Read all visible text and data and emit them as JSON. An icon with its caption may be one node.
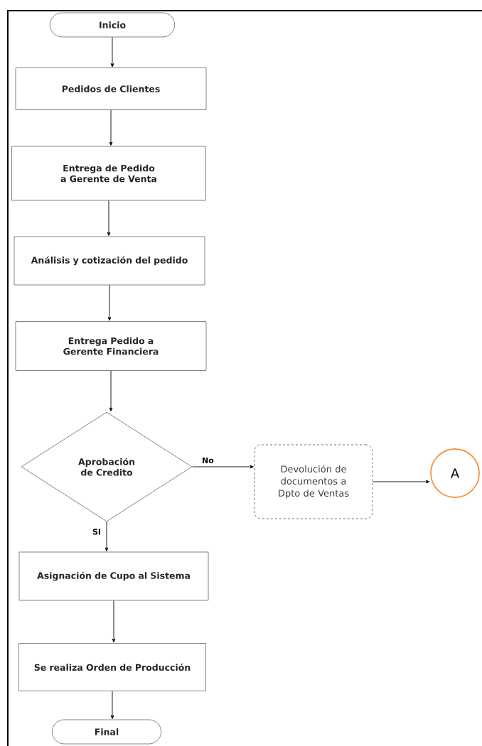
{
  "diagram": {
    "nodes": [
      {
        "text": [
          "Inicio"
        ]
      },
      {
        "text": [
          "Pedidos de Clientes"
        ]
      },
      {
        "text": [
          "Entrega de Pedido a Gerente de Venta"
        ]
      },
      {
        "text": [
          "Análisis y cotización del pedido"
        ]
      },
      {
        "text": [
          "Entrega Pedido a Gerente Financiera"
        ]
      },
      {
        "text": [
          "Aprobación de Credito"
        ]
      },
      {
        "text": [
          "Devolución de documentos a Dpto de Ventas"
        ]
      },
      {
        "text": [
          "A"
        ]
      },
      {
        "text": [
          "Asignación de Cupo al Sistema"
        ]
      },
      {
        "text": [
          "Se realiza Orden de Producción"
        ]
      },
      {
        "text": [
          "Final"
        ]
      }
    ],
    "edges": [
      {
        "from": 0,
        "to": 1,
        "arrow": "to"
      },
      {
        "from": 1,
        "to": 2,
        "arrow": "to"
      },
      {
        "from": 2,
        "to": 3,
        "arrow": "to"
      },
      {
        "from": 3,
        "to": 4,
        "arrow": "to"
      },
      {
        "from": 4,
        "to": 5,
        "arrow": "to"
      },
      {
        "from": 5,
        "to": 6,
        "arrow": "to",
        "label": "No"
      },
      {
        "from": 6,
        "to": 7,
        "arrow": "to"
      },
      {
        "from": 5,
        "to": 8,
        "arrow": "to",
        "label": "SI"
      },
      {
        "from": 8,
        "to": 9,
        "arrow": "to"
      },
      {
        "from": 9,
        "to": 10,
        "arrow": "to"
      }
    ]
  }
}
